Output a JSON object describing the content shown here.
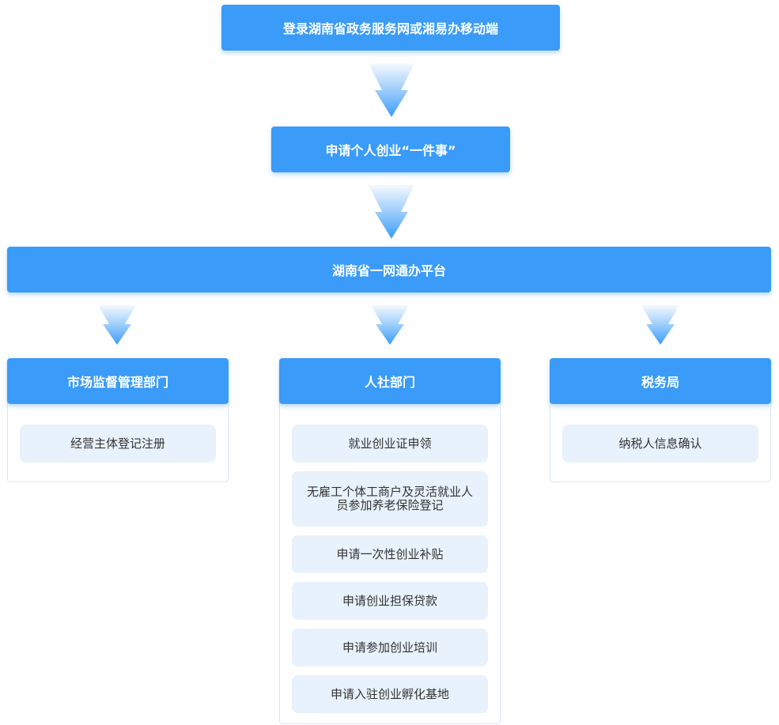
{
  "steps": {
    "login": "登录湖南省政务服务网或湘易办移动端",
    "apply": "申请个人创业“一件事”",
    "platform": "湖南省一网通办平台"
  },
  "departments": [
    {
      "name": "市场监督管理部门",
      "items": [
        "经营主体登记注册"
      ]
    },
    {
      "name": "人社部门",
      "items": [
        "就业创业证申领",
        "无雇工个体工商户及灵活就业人员参加养老保险登记",
        "申请一次性创业补贴",
        "申请创业担保贷款",
        "申请参加创业培训",
        "申请入驻创业孵化基地"
      ]
    },
    {
      "name": "税务局",
      "items": [
        "纳税人信息确认"
      ]
    }
  ],
  "colors": {
    "primary": "#3a9bf8",
    "item_bg": "#e8f2fc",
    "border": "#d6e7fb",
    "arrow": "#3a9bf8"
  }
}
